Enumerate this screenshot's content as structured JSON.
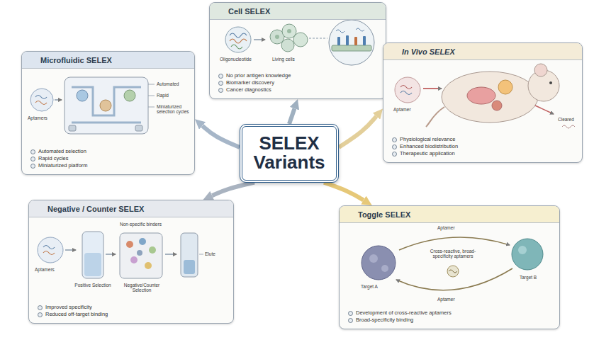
{
  "diagram": {
    "nodes": [
      {
        "text": [
          "Cell SELEX",
          "No prior antigen knowledge",
          "Biomarker discovery",
          "Cancer diagnostics"
        ]
      },
      {
        "text": [
          "Microfluidic SELEX",
          "Automated selection",
          "Rapid cycles",
          "Miniaturized platform"
        ]
      },
      {
        "text": [
          "SELEX Variants"
        ]
      },
      {
        "text": [
          "In Vivo SELEX",
          "Physiological relevance",
          "Enhanced biodistribution",
          "Therapeutic application"
        ]
      },
      {
        "text": [
          "Negative / Counter SELEX",
          "Improved specificity",
          "Reduced off-target binding"
        ]
      },
      {
        "text": [
          "Toggle SELEX",
          "Development of cross-reactive aptamers",
          "Broad-specificity binding"
        ]
      }
    ],
    "edges": [
      {
        "from": 2,
        "to": 0,
        "arrow": "to"
      },
      {
        "from": 2,
        "to": 1,
        "arrow": "to"
      },
      {
        "from": 2,
        "to": 3,
        "arrow": "to"
      },
      {
        "from": 2,
        "to": 4,
        "arrow": "to"
      },
      {
        "from": 2,
        "to": 5,
        "arrow": "to"
      }
    ],
    "labels": [
      "Oligonucleotide",
      "Living cells",
      "Aptamers",
      "Automated",
      "Rapid",
      "Miniaturized selection cycles",
      "Aptamer",
      "Cleared",
      "Aptamers",
      "Positive Selection",
      "Non-specific binders",
      "Negative/Counter Selection",
      "Elute",
      "Aptamer",
      "Cross-reactive, broad-specificity aptamers",
      "Target A",
      "Target B",
      "Aptamer"
    ]
  }
}
